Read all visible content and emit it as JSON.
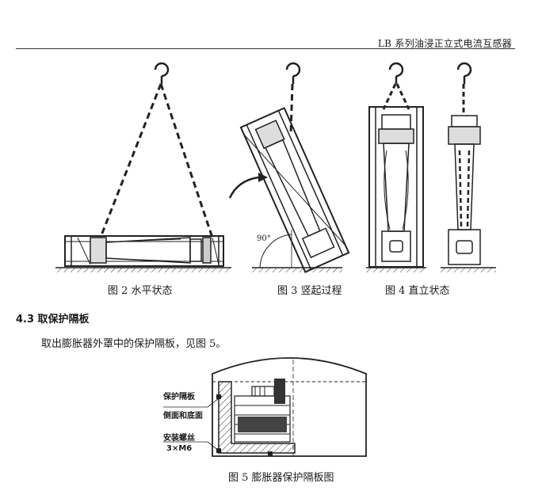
{
  "header": {
    "title": "LB 系列油浸正立式电流互感器"
  },
  "figures": {
    "fig2": {
      "caption": "图 2  水平状态"
    },
    "fig3": {
      "caption": "图 3  竖起过程",
      "angle_label": "90°"
    },
    "fig4": {
      "caption": "图 4  直立状态"
    },
    "fig5": {
      "caption": "图 5  膨胀器保护隔板图",
      "label_partition_line1": "保护隔板",
      "label_partition_line2": "侧面和底面",
      "label_screw_line1": "安装螺丝",
      "label_screw_line2": "3×M6"
    }
  },
  "section": {
    "heading": "4.3 取保护隔板"
  },
  "body": {
    "text": "取出膨胀器外罩中的保护隔板，见图 5。"
  }
}
